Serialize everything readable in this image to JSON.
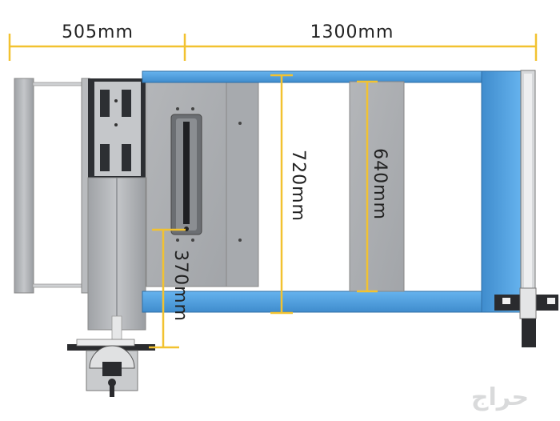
{
  "dimensions": {
    "sliding_table_width": "505mm",
    "main_table_length": "1300mm",
    "frame_depth": "720mm",
    "panel_depth": "640mm",
    "sliding_table_depth": "370mm"
  },
  "watermark": "حراج",
  "colors": {
    "dimension_line": "#f2c230",
    "frame_blue": "#4a9bdc",
    "steel": "#a9abaf",
    "steel_dark": "#7d8085",
    "background": "#ffffff"
  }
}
